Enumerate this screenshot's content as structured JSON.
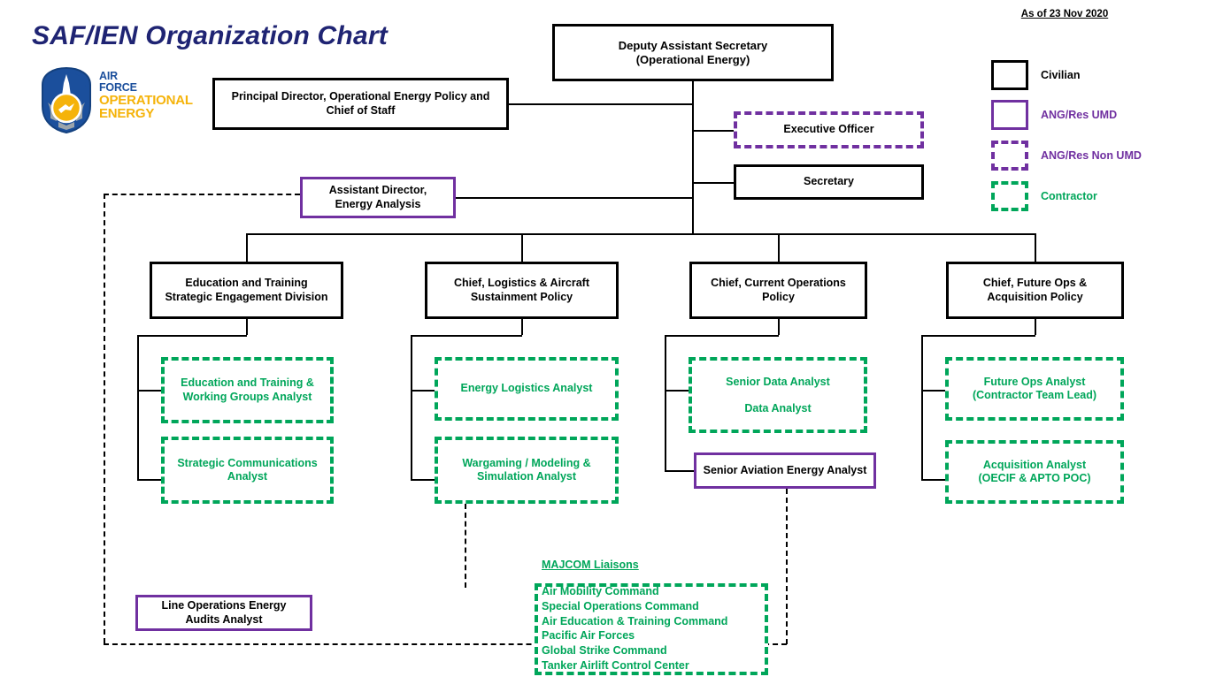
{
  "title": "SAF/IEN Organization Chart",
  "logo": {
    "name": "air-force-operational-energy-seal",
    "line1": "AIR",
    "line2": "FORCE",
    "line3": "OPERATIONAL",
    "line4": "ENERGY",
    "blue": "#1b4f9c",
    "gold": "#f5b30a"
  },
  "legend": {
    "date": "As of 23 Nov 2020",
    "items": [
      {
        "label": "Civilian",
        "style": "solid-black",
        "color": "#000000"
      },
      {
        "label": "ANG/Res UMD",
        "style": "solid-purple",
        "color": "#7030a0"
      },
      {
        "label": "ANG/Res Non UMD",
        "style": "dashed-purple",
        "color": "#7030a0"
      },
      {
        "label": "Contractor",
        "style": "dashed-green",
        "color": "#00a65a"
      }
    ]
  },
  "colors": {
    "title_blue": "#1f2473",
    "civilian_black": "#000000",
    "ang_purple": "#7030a0",
    "contractor_green": "#00a65a"
  },
  "chart_data": {
    "type": "diagram",
    "title": "SAF/IEN Organization Chart",
    "as_of": "As of 23 Nov 2020",
    "nodes": [
      {
        "id": "das",
        "label": "Deputy Assistant Secretary\n(Operational Energy)",
        "type": "Civilian"
      },
      {
        "id": "prindir",
        "label": "Principal Director, Operational Energy Policy and\nChief of Staff",
        "type": "Civilian"
      },
      {
        "id": "execoff",
        "label": "Executive Officer",
        "type": "ANG/Res Non UMD"
      },
      {
        "id": "secretary",
        "label": "Secretary",
        "type": "Civilian"
      },
      {
        "id": "asstdir",
        "label": "Assistant Director,\nEnergy Analysis",
        "type": "ANG/Res UMD"
      },
      {
        "id": "edtrain",
        "label": "Education and Training\nStrategic Engagement Division",
        "type": "Civilian"
      },
      {
        "id": "logistics",
        "label": "Chief, Logistics & Aircraft\nSustainment Policy",
        "type": "Civilian"
      },
      {
        "id": "currops",
        "label": "Chief, Current Operations\nPolicy",
        "type": "Civilian"
      },
      {
        "id": "futureops",
        "label": "Chief, Future Ops &\nAcquisition Policy",
        "type": "Civilian"
      },
      {
        "id": "edanalyst",
        "label": "Education and Training &\nWorking Groups Analyst",
        "type": "Contractor"
      },
      {
        "id": "stratcomm",
        "label": "Strategic Communications\nAnalyst",
        "type": "Contractor"
      },
      {
        "id": "energylog",
        "label": "Energy Logistics Analyst",
        "type": "Contractor"
      },
      {
        "id": "wargaming",
        "label": "Wargaming / Modeling &\nSimulation Analyst",
        "type": "Contractor"
      },
      {
        "id": "seniordata",
        "label": "Senior Data Analyst",
        "type": "Contractor"
      },
      {
        "id": "dataanalyst",
        "label": "Data Analyst",
        "type": "Contractor"
      },
      {
        "id": "senavn",
        "label": "Senior Aviation Energy Analyst",
        "type": "ANG/Res UMD"
      },
      {
        "id": "futureanal",
        "label": "Future Ops Analyst\n(Contractor Team Lead)",
        "type": "Contractor"
      },
      {
        "id": "acqanal",
        "label": "Acquisition Analyst\n(OECIF & APTO POC)",
        "type": "Contractor"
      },
      {
        "id": "lineops",
        "label": "Line Operations Energy\nAudits Analyst",
        "type": "ANG/Res UMD"
      },
      {
        "id": "majcom",
        "label": "MAJCOM Liaisons",
        "type": "Contractor"
      }
    ],
    "edges": [
      [
        "das",
        "prindir"
      ],
      [
        "das",
        "execoff"
      ],
      [
        "das",
        "secretary"
      ],
      [
        "das",
        "edtrain"
      ],
      [
        "das",
        "logistics"
      ],
      [
        "das",
        "currops"
      ],
      [
        "das",
        "futureops"
      ],
      [
        "edtrain",
        "edanalyst"
      ],
      [
        "edtrain",
        "stratcomm"
      ],
      [
        "logistics",
        "energylog"
      ],
      [
        "logistics",
        "wargaming"
      ],
      [
        "currops",
        "seniordata"
      ],
      [
        "currops",
        "senavn"
      ],
      [
        "futureops",
        "futureanal"
      ],
      [
        "futureops",
        "acqanal"
      ],
      [
        "asstdir",
        "lineops"
      ],
      [
        "wargaming",
        "majcom"
      ],
      [
        "senavn",
        "majcom"
      ]
    ]
  },
  "boxes": {
    "das": {
      "line1": "Deputy Assistant Secretary",
      "line2": "(Operational Energy)"
    },
    "prindir": {
      "line1": "Principal Director, Operational Energy Policy and",
      "line2": "Chief of Staff"
    },
    "execoff": {
      "line1": "Executive Officer",
      "line2": ""
    },
    "secretary": {
      "line1": "Secretary",
      "line2": ""
    },
    "asstdir": {
      "line1": "Assistant Director,",
      "line2": "Energy Analysis"
    },
    "edtrain": {
      "line1": "Education and Training",
      "line2": "Strategic Engagement Division"
    },
    "logistics": {
      "line1": "Chief, Logistics & Aircraft",
      "line2": "Sustainment Policy"
    },
    "currops": {
      "line1": "Chief, Current Operations",
      "line2": "Policy"
    },
    "futureops": {
      "line1": "Chief, Future Ops &",
      "line2": "Acquisition Policy"
    },
    "edanalyst": {
      "line1": "Education and Training &",
      "line2": "Working Groups Analyst"
    },
    "stratcomm": {
      "line1": "Strategic Communications",
      "line2": "Analyst"
    },
    "energylog": {
      "line1": "Energy Logistics Analyst",
      "line2": ""
    },
    "wargaming": {
      "line1": "Wargaming / Modeling &",
      "line2": "Simulation Analyst"
    },
    "seniordata": {
      "line1": "Senior Data Analyst",
      "line2": "Data Analyst"
    },
    "senavn": {
      "line1": "Senior Aviation Energy Analyst",
      "line2": ""
    },
    "futureanal": {
      "line1": "Future Ops Analyst",
      "line2": "(Contractor Team Lead)"
    },
    "acqanal": {
      "line1": "Acquisition Analyst",
      "line2": "(OECIF & APTO POC)"
    },
    "lineops": {
      "line1": "Line Operations Energy",
      "line2": "Audits Analyst"
    }
  },
  "majcom": {
    "title": "MAJCOM Liaisons",
    "items": [
      "Air Mobility Command",
      "Special Operations Command",
      "Air Education & Training Command",
      "Pacific Air Forces",
      "Global Strike Command",
      "Tanker Airlift Control Center"
    ]
  }
}
